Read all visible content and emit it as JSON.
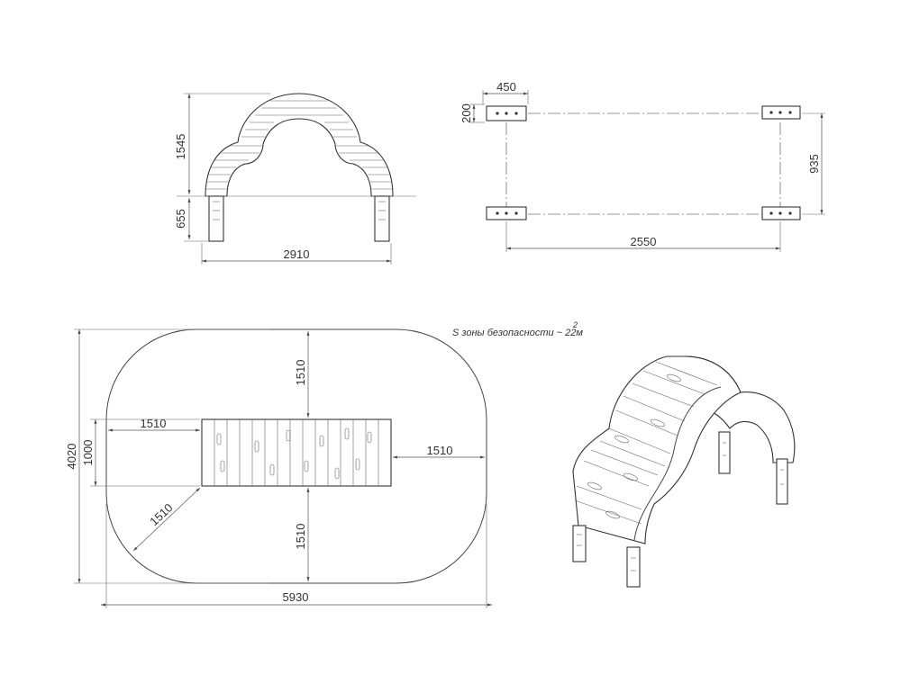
{
  "dimensions": {
    "arch_height": "1545",
    "leg_height": "655",
    "arch_width": "2910",
    "base_depth": "200",
    "base_width": "450",
    "support_span_y": "935",
    "support_span_x": "2550",
    "zone_height": "4020",
    "body_height": "1000",
    "clearance_left": "1510",
    "clearance_right": "1510",
    "clearance_top": "1510",
    "clearance_bottom": "1510",
    "clearance_corner": "1510",
    "zone_width": "5930"
  },
  "note": {
    "text": "S зоны безопасности ~ 22м",
    "superscript": "2"
  },
  "colors": {
    "line": "#444444",
    "background": "#ffffff"
  }
}
